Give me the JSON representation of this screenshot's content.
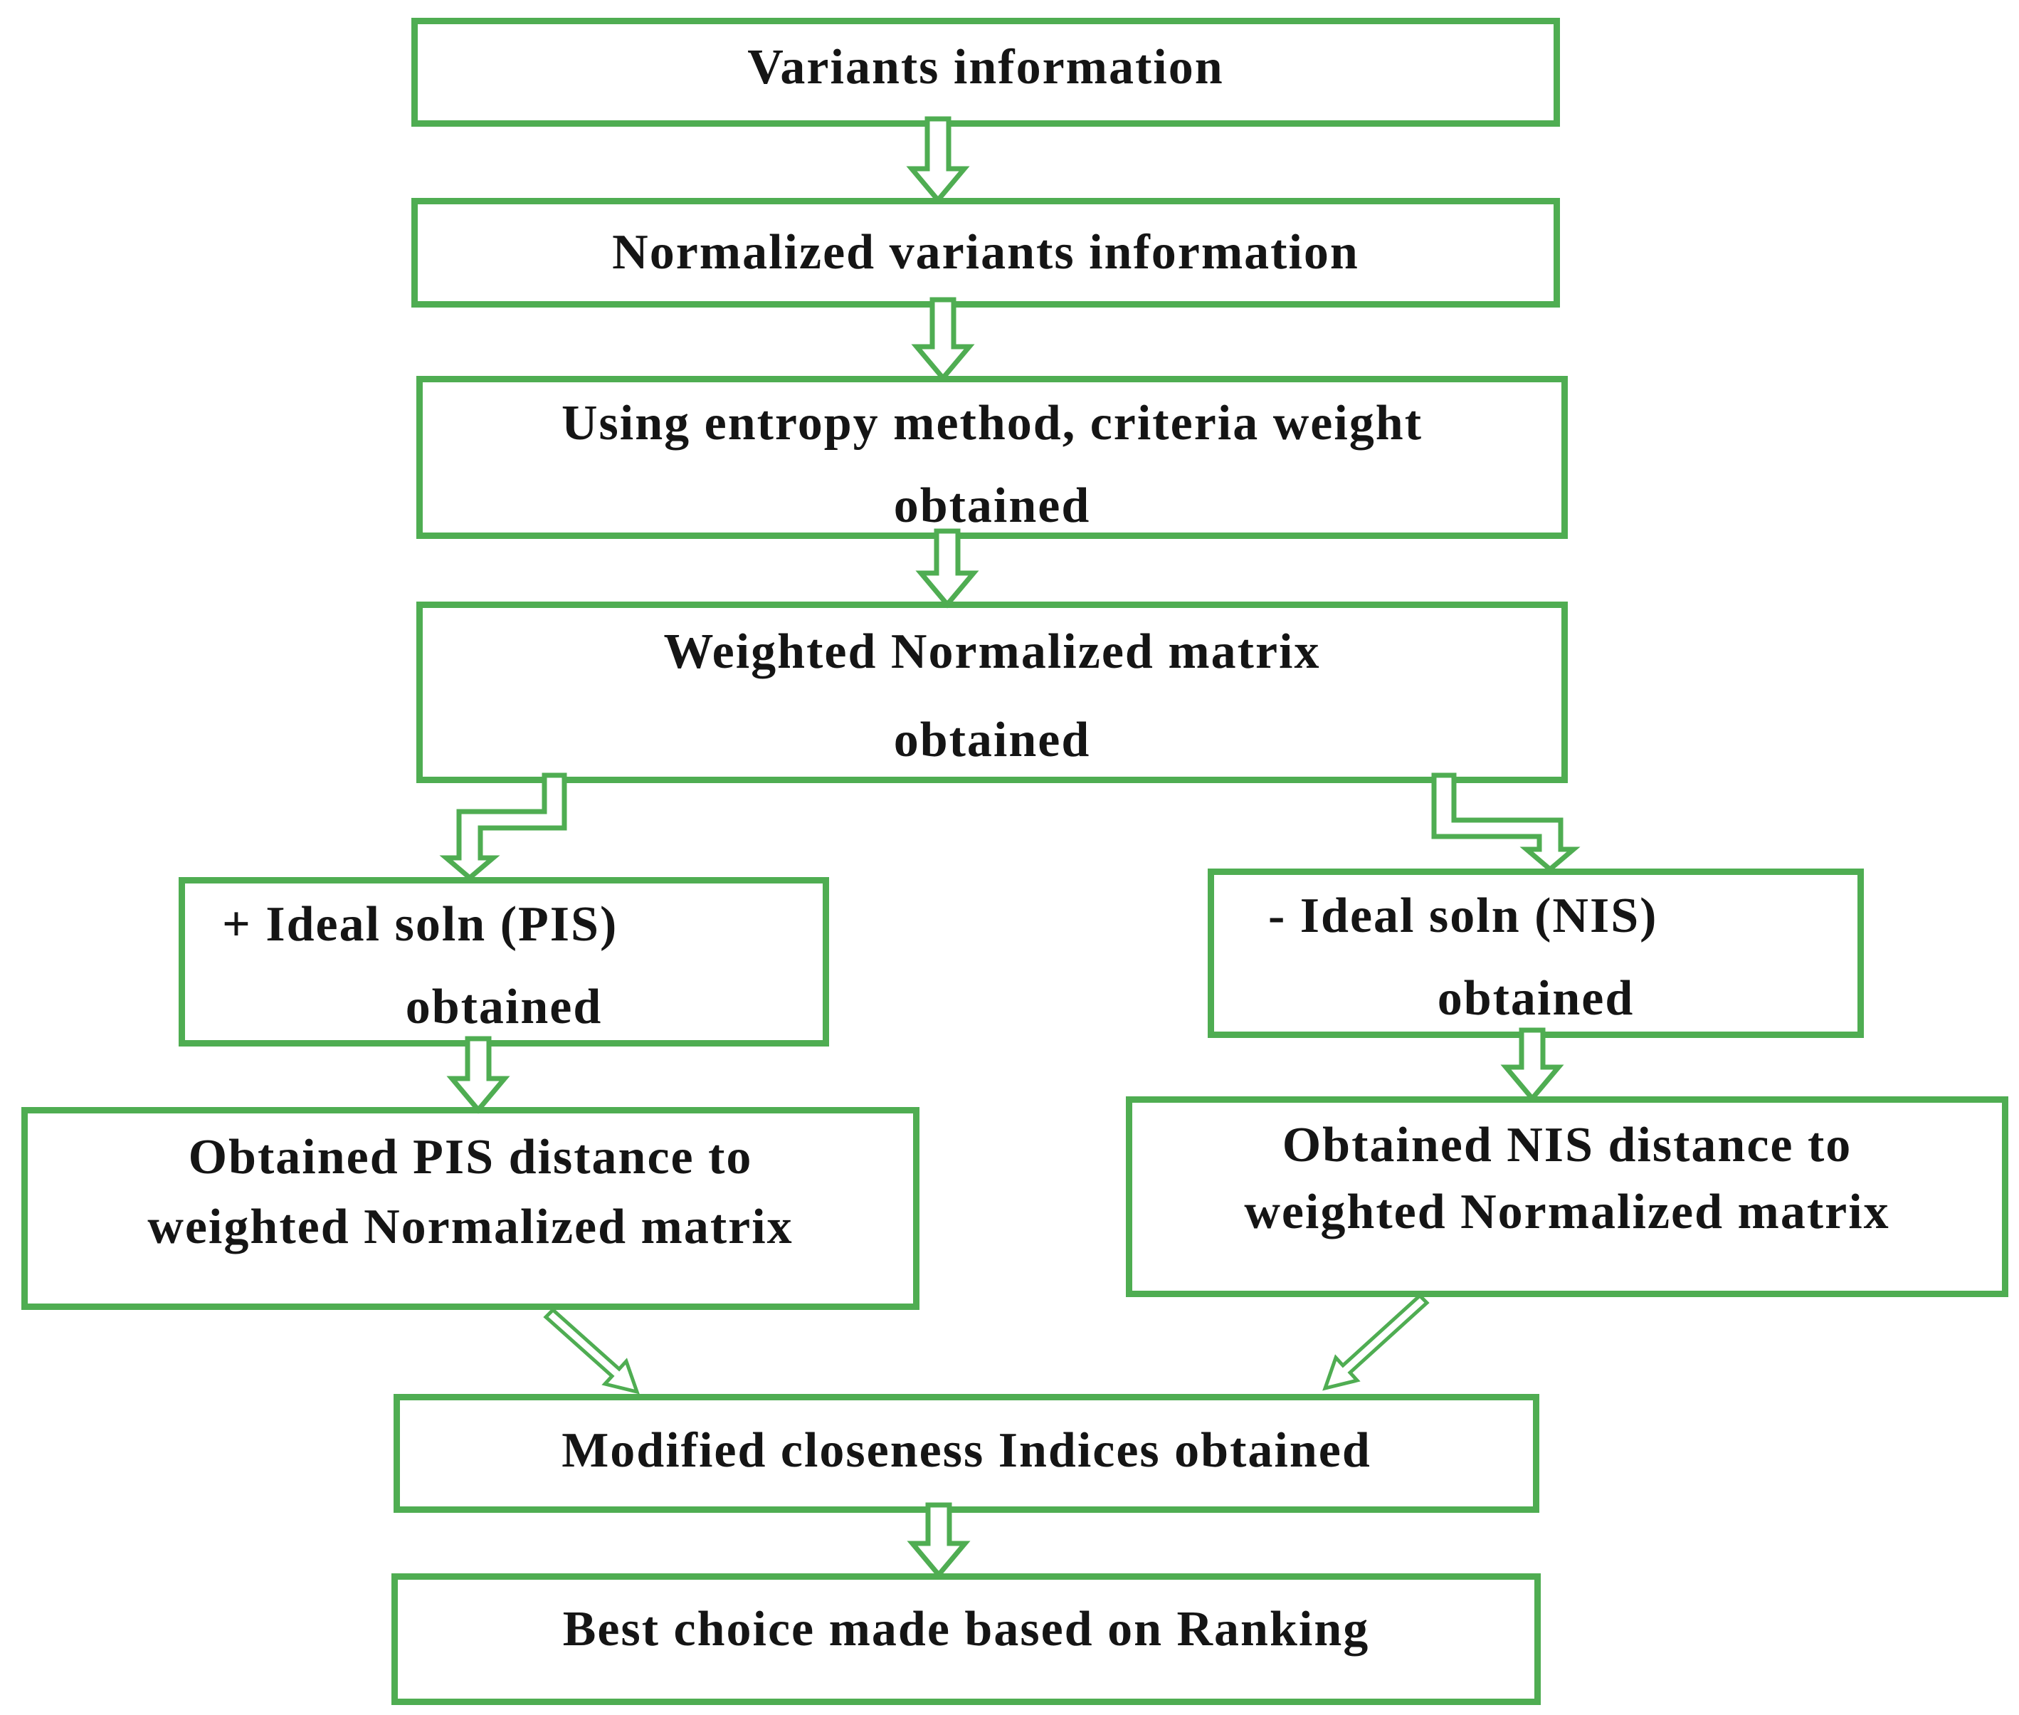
{
  "colors": {
    "accent": "#4fad52",
    "text": "#151515",
    "background": "#ffffff"
  },
  "nodes": {
    "variants": {
      "label": "Variants information"
    },
    "normalized": {
      "label": "Normalized variants information"
    },
    "entropy": {
      "line1": "Using entropy method, criteria weight",
      "line2": "obtained"
    },
    "weighted": {
      "line1": "Weighted Normalized matrix",
      "line2": "obtained"
    },
    "pis": {
      "line1": "+ Ideal soln (PIS)",
      "line2": "obtained"
    },
    "nis": {
      "line1": "- Ideal soln (NIS)",
      "line2": "obtained"
    },
    "pis_distance": {
      "line1": "Obtained PIS distance to",
      "line2": "weighted Normalized matrix"
    },
    "nis_distance": {
      "line1": "Obtained NIS distance to",
      "line2": "weighted Normalized matrix"
    },
    "closeness": {
      "label": "Modified closeness Indices obtained"
    },
    "best": {
      "label": "Best choice made based on Ranking"
    }
  },
  "edges": [
    {
      "from": "variants",
      "to": "normalized"
    },
    {
      "from": "normalized",
      "to": "entropy"
    },
    {
      "from": "entropy",
      "to": "weighted"
    },
    {
      "from": "weighted",
      "to": "pis"
    },
    {
      "from": "weighted",
      "to": "nis"
    },
    {
      "from": "pis",
      "to": "pis_distance"
    },
    {
      "from": "nis",
      "to": "nis_distance"
    },
    {
      "from": "pis_distance",
      "to": "closeness"
    },
    {
      "from": "nis_distance",
      "to": "closeness"
    },
    {
      "from": "closeness",
      "to": "best"
    }
  ]
}
